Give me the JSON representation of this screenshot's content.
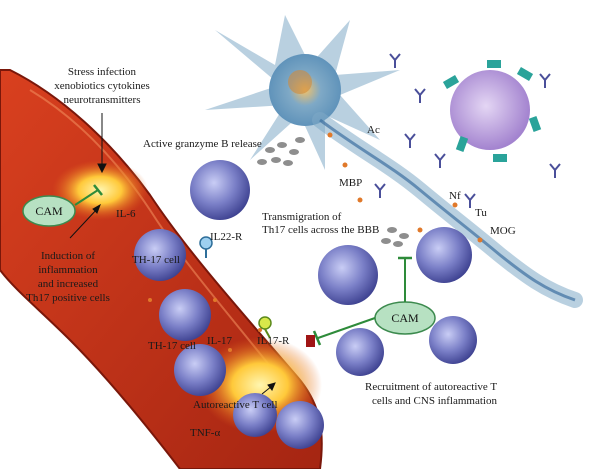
{
  "labels": {
    "stress": [
      "Stress infection",
      "xenobiotics cytokines",
      "neurotransmitters"
    ],
    "granzyme": "Active granzyme B release",
    "ac": "Ac",
    "mbp": "MBP",
    "nf": "Nf",
    "tu": "Tu",
    "mog": "MOG",
    "il6": "IL-6",
    "induction": [
      "Induction of",
      "inflammation",
      "and increased",
      "Th17 positive cells"
    ],
    "transmigration": [
      "Transmigration of",
      "Th17 cells across the BBB"
    ],
    "il22r": "IL22-R",
    "th17_cell_1": "TH-17 cell",
    "th17_cell_2": "TH-17 cell",
    "il17": "IL-17",
    "il17r": "IL17-R",
    "autoreactive": "Autoreactive T cell",
    "tnf": "TNF-α",
    "recruitment": [
      "Recruitment of autoreactive T",
      "cells and CNS inflammation"
    ],
    "cam_left": "CAM",
    "cam_right": "CAM"
  },
  "colors": {
    "vessel": "#c0301a",
    "vessel_dark": "#8a1a0c",
    "core_glow": "#ffd54a",
    "cam_fill": "#b7e1c2",
    "cam_stroke": "#3c8a4e",
    "inhibit": "#2e8b3a",
    "cell": "#7a7fc7",
    "cell_nucleus": "#4a4fa3",
    "dendritic": "#6fa7c8",
    "microglia": "#b59ad6"
  }
}
